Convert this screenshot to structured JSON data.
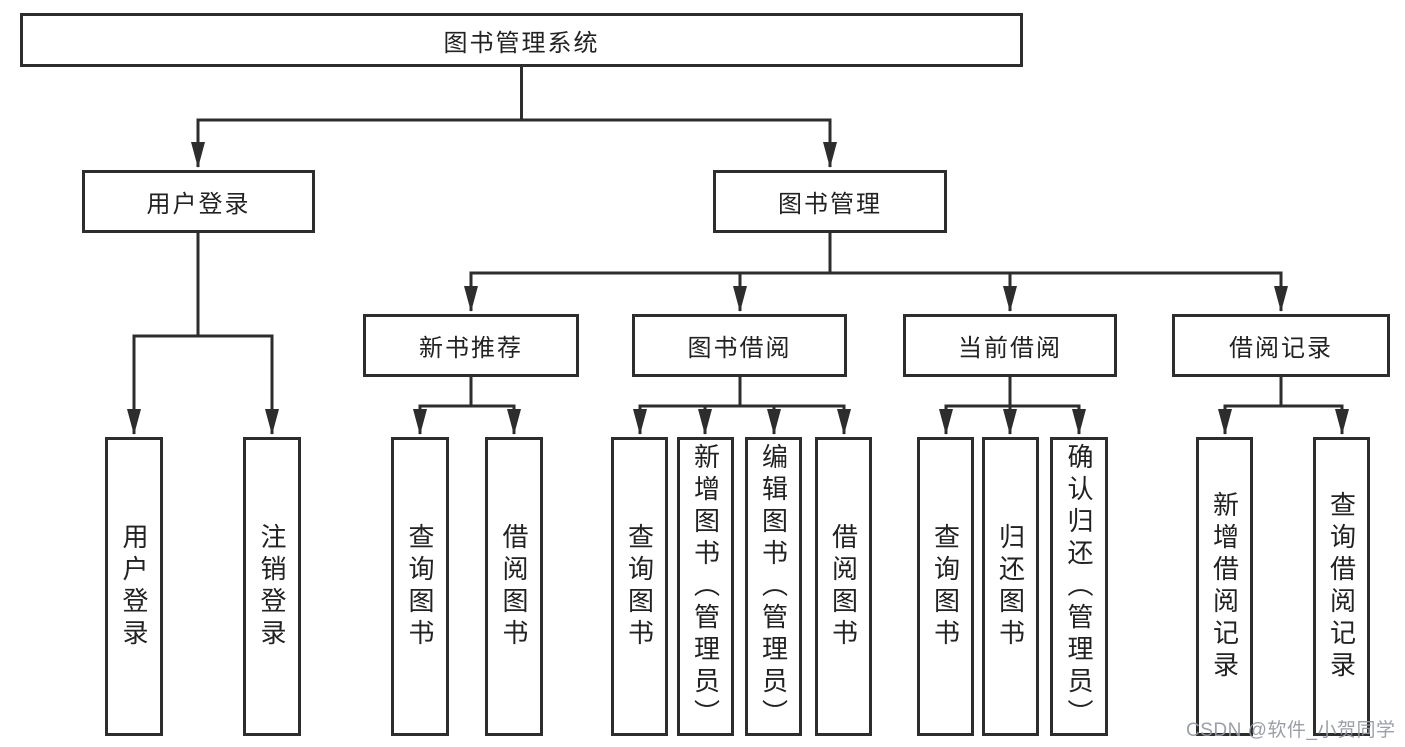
{
  "diagram": {
    "root": {
      "label": "图书管理系统"
    },
    "level2": [
      {
        "id": "user-login",
        "label": "用户登录"
      },
      {
        "id": "book-management",
        "label": "图书管理"
      }
    ],
    "level3": [
      {
        "id": "new-book-recommend",
        "label": "新书推荐"
      },
      {
        "id": "book-borrow",
        "label": "图书借阅"
      },
      {
        "id": "current-borrow",
        "label": "当前借阅"
      },
      {
        "id": "borrow-records",
        "label": "借阅记录"
      }
    ],
    "leaves": [
      {
        "id": "user-login-leaf",
        "label": "用户登录"
      },
      {
        "id": "logout",
        "label": "注销登录"
      },
      {
        "id": "query-books-recommend",
        "label": "查询图书"
      },
      {
        "id": "borrow-books-recommend",
        "label": "借阅图书"
      },
      {
        "id": "query-books-borrow",
        "label": "查询图书"
      },
      {
        "id": "add-books-admin",
        "label": "新增图书（管理员）"
      },
      {
        "id": "edit-books-admin",
        "label": "编辑图书（管理员）"
      },
      {
        "id": "borrow-books",
        "label": "借阅图书"
      },
      {
        "id": "query-books-current",
        "label": "查询图书"
      },
      {
        "id": "return-books",
        "label": "归还图书"
      },
      {
        "id": "confirm-return-admin",
        "label": "确认归还（管理员）"
      },
      {
        "id": "add-borrow-record",
        "label": "新增借阅记录"
      },
      {
        "id": "query-borrow-record",
        "label": "查询借阅记录"
      }
    ]
  },
  "watermark": {
    "text": "CSDN @软件_小贺同学"
  }
}
